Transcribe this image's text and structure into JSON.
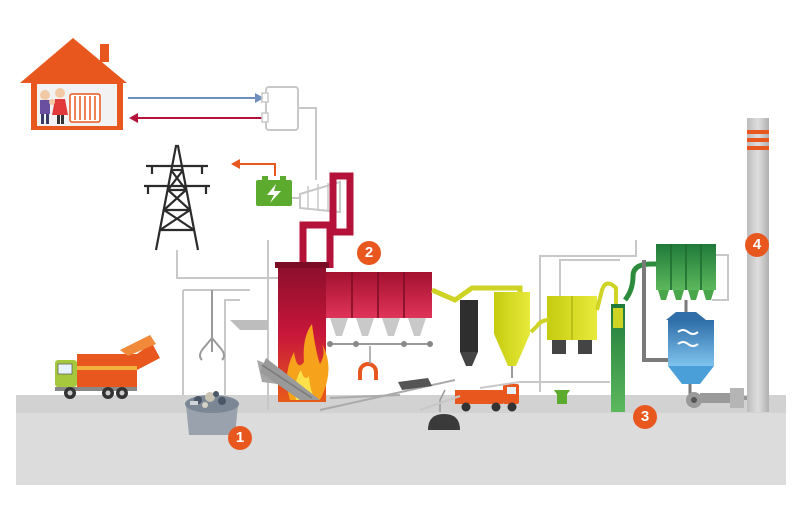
{
  "colors": {
    "accent_orange": "#e8571e",
    "ground": "#dcdcdc",
    "pipe_grey": "#c8c8c8",
    "hot_red": "#b5123a",
    "yellow_green": "#d3d81f",
    "green": "#5cab2e",
    "blue": "#4a9fd8",
    "pylon": "#2b2b2b"
  },
  "icons": [
    "house-icon",
    "radiator-icon",
    "heat-exchanger-icon",
    "power-pylon-icon",
    "battery-icon",
    "turbine-icon",
    "garbage-truck-icon",
    "waste-bunker-icon",
    "crane-grab-icon",
    "furnace-icon",
    "boiler-icon",
    "magnet-icon",
    "ash-conveyor-icon",
    "dump-truck-icon",
    "cyclone-icon",
    "filter-icon",
    "scrubber-icon",
    "fan-icon",
    "chimney-icon"
  ],
  "badges": {
    "b1": "1",
    "b2": "2",
    "b3": "3",
    "b4": "4"
  }
}
